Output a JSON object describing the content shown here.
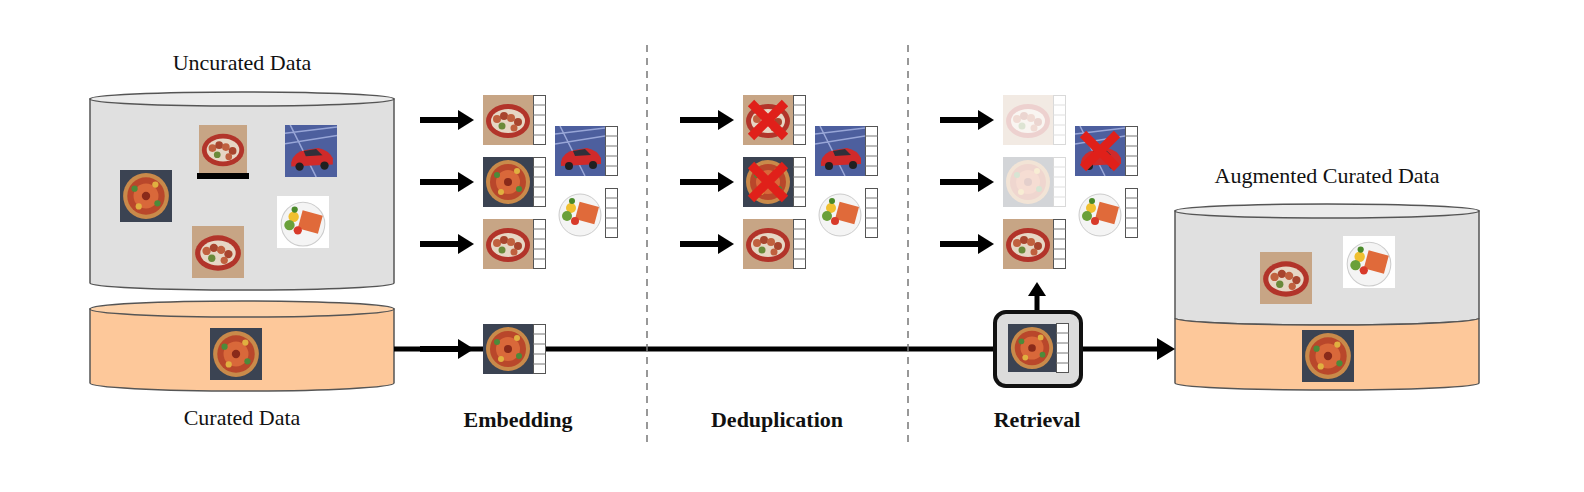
{
  "diagram": {
    "nodes": [
      {
        "text": [
          "Uncurated Data"
        ]
      },
      {
        "text": [
          "Curated Data"
        ]
      },
      {
        "text": [
          "Augmented Curated Data"
        ]
      }
    ],
    "edges": [
      {
        "from": 1,
        "to": 2,
        "arrow": "to"
      }
    ],
    "labels": [
      "Embedding",
      "Deduplication",
      "Retrieval"
    ]
  }
}
